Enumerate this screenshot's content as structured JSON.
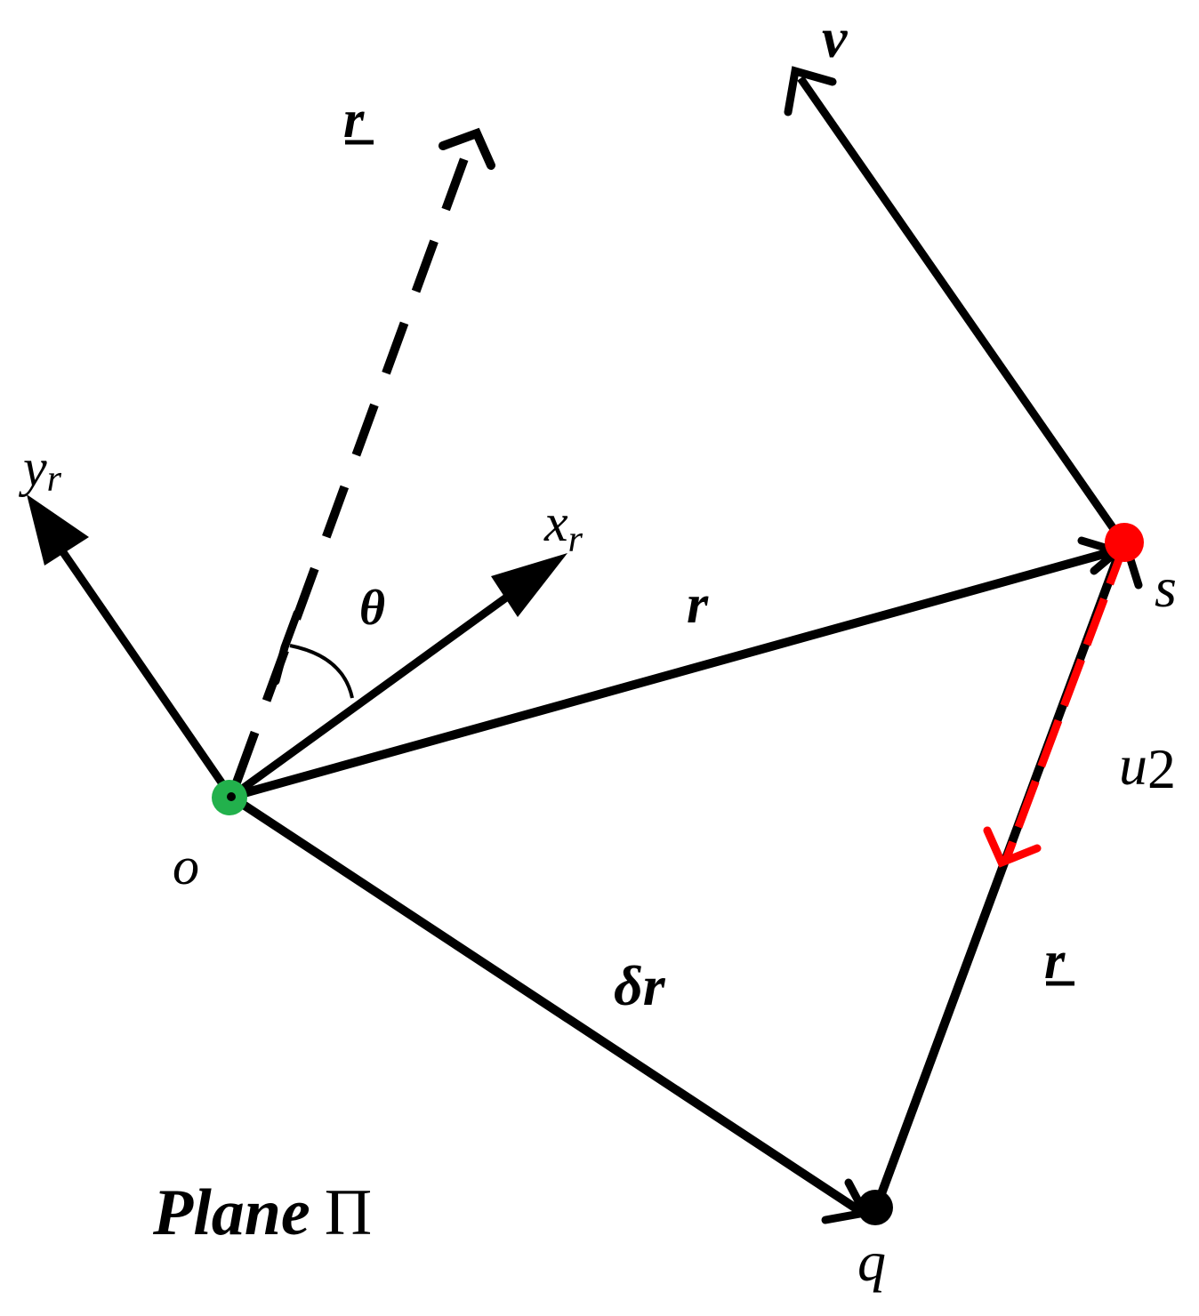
{
  "labels": {
    "y_axis": "y",
    "y_axis_sub": "r",
    "x_axis": "x",
    "x_axis_sub": "r",
    "theta": "θ",
    "r_dashed": "r",
    "v": "v",
    "r_main": "r",
    "s": "s",
    "u": "u",
    "u_sub": "2",
    "o": "o",
    "delta_r": "δr",
    "r_lower": "r",
    "plane_word": "Plane",
    "plane_symbol": "Π",
    "q": "q"
  },
  "colors": {
    "line": "#000000",
    "point_o": "#22b14c",
    "point_s": "#ff0000",
    "point_q": "#000000",
    "u2_vector": "#ff0000"
  }
}
